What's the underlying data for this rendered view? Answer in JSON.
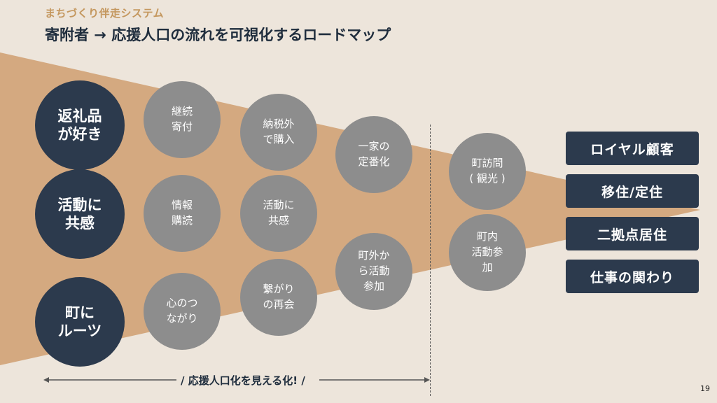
{
  "header": {
    "subtitle": "まちづくり伴走システム",
    "title": "寄附者 → 応援人口の流れを可視化するロードマップ"
  },
  "colors": {
    "background": "#ede5db",
    "funnel": "#d4a980",
    "dark_node": "#2c3a4d",
    "gray_node": "#8d8d8d",
    "accent": "#c4975e"
  },
  "start_nodes": [
    {
      "label": "返礼品\nが好き"
    },
    {
      "label": "活動に\n共感"
    },
    {
      "label": "町に\nルーツ"
    }
  ],
  "steps": [
    {
      "label": "継続\n寄付"
    },
    {
      "label": "情報\n購読"
    },
    {
      "label": "心のつ\nながり"
    },
    {
      "label": "納税外\nで購入"
    },
    {
      "label": "活動に\n共感"
    },
    {
      "label": "繋がり\nの再会"
    },
    {
      "label": "一家の\n定番化"
    },
    {
      "label": "町外か\nら活動\n参加"
    },
    {
      "label": "町訪問\n( 観光 )"
    },
    {
      "label": "町内\n活動参\n加"
    }
  ],
  "outcomes": [
    {
      "label": "ロイヤル顧客"
    },
    {
      "label": "移住/定住"
    },
    {
      "label": "二拠点居住"
    },
    {
      "label": "仕事の関わり"
    }
  ],
  "arrow": {
    "label": "/ 応援人口化を見える化! /"
  },
  "page_number": "19"
}
